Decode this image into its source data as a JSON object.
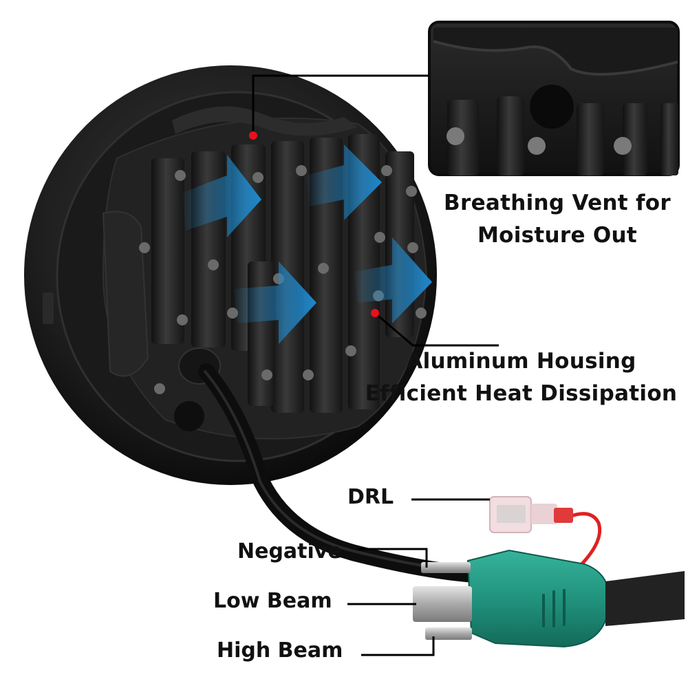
{
  "callouts": {
    "vent_line1": "Breathing Vent for",
    "vent_line2": "Moisture Out",
    "housing_line1": "Aluminum Housing",
    "housing_line2": "Efficient Heat Dissipation"
  },
  "wiring": {
    "drl": "DRL",
    "negative": "Negative",
    "low_beam": "Low Beam",
    "high_beam": "High Beam"
  },
  "colors": {
    "housing": "#1c1c1c",
    "fin": "#262626",
    "arrow": "#1f8fd6",
    "plug": "#1f8f7a",
    "marker": "#e8101a",
    "wire_red": "#e02020"
  }
}
